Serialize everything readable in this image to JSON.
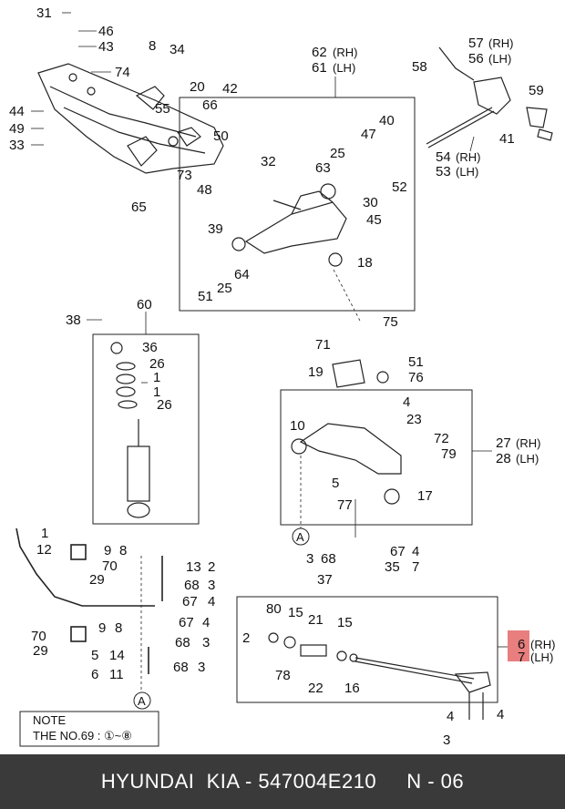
{
  "diagram": {
    "callouts": {
      "c31": "31",
      "c46": "46",
      "c43": "43",
      "c74": "74",
      "c8": "8",
      "c34": "34",
      "c44": "44",
      "c49": "49",
      "c33": "33",
      "c55": "55",
      "c20": "20",
      "c66": "66",
      "c42": "42",
      "c50": "50",
      "c73": "73",
      "c48": "48",
      "c65": "65",
      "c62": "62",
      "c62s": "(RH)",
      "c61": "61",
      "c61s": "(LH)",
      "c57": "57",
      "c57s": "(RH)",
      "c56": "56",
      "c56s": "(LH)",
      "c58": "58",
      "c59": "59",
      "c54": "54",
      "c54s": "(RH)",
      "c53": "53",
      "c53s": "(LH)",
      "c41": "41",
      "c40": "40",
      "c47": "47",
      "c25a": "25",
      "c63": "63",
      "c52": "52",
      "c32": "32",
      "c30": "30",
      "c45": "45",
      "c39": "39",
      "c18": "18",
      "c64": "64",
      "c25b": "25",
      "c51a": "51",
      "c75": "75",
      "c60": "60",
      "c38": "38",
      "c36": "36",
      "c26a": "26",
      "c1a": "1",
      "c1b": "1",
      "c26b": "26",
      "c71": "71",
      "c51b": "51",
      "c19": "19",
      "c76": "76",
      "c4a": "4",
      "c23": "23",
      "c10": "10",
      "c72": "72",
      "c79": "79",
      "c27": "27",
      "c27s": "(RH)",
      "c28": "28",
      "c28s": "(LH)",
      "c5": "5",
      "c17": "17",
      "c77": "77",
      "cA1": "A",
      "c68a": "68",
      "c68an": "3",
      "c67a": "67",
      "c67an": "4",
      "c35": "35",
      "c35n": "7",
      "c37": "37",
      "c12n": "1",
      "c12": "12",
      "c9a": "9",
      "c9an": "8",
      "c70a": "70",
      "c29a": "29",
      "c13": "13",
      "c13n": "2",
      "c68b": "68",
      "c68bn": "3",
      "c67b": "67",
      "c67bn": "4",
      "c70b": "70",
      "c9b": "9",
      "c9bn": "8",
      "c29b": "29",
      "c67c": "67",
      "c67cn": "4",
      "c68c": "68",
      "c68cn": "3",
      "c14": "14",
      "c14n": "5",
      "c11": "11",
      "c11n": "6",
      "c68d": "68",
      "c68dn": "3",
      "cA2": "A",
      "c80": "80",
      "c15a": "15",
      "c21": "21",
      "c15b": "15",
      "c2": "2",
      "c78": "78",
      "c22": "22",
      "c16": "16",
      "c6": "6",
      "c6s": "(RH)",
      "c7": "7",
      "c7s": "(LH)",
      "c4b": "4",
      "c4c": "4",
      "c3": "3"
    },
    "note": {
      "title": "NOTE",
      "text": "THE NO.69 : ①~⑧"
    }
  },
  "footer": {
    "caption": "HYUNDAI  KIA - 547004E210     N - 06"
  },
  "colors": {
    "highlight": "#e87e7e",
    "footer_bg": "#3a3a3a"
  }
}
